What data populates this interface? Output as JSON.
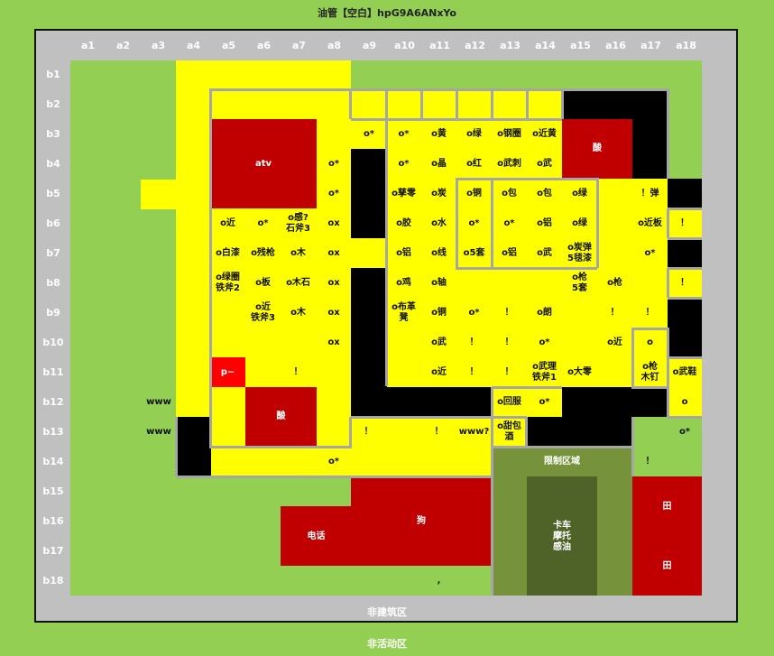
{
  "title": "油管【空白】hpG9A6ANxYo",
  "columns": [
    "a1",
    "a2",
    "a3",
    "a4",
    "a5",
    "a6",
    "a7",
    "a8",
    "a9",
    "a10",
    "a11",
    "a12",
    "a13",
    "a14",
    "a15",
    "a16",
    "a17",
    "a18"
  ],
  "rows": [
    "b1",
    "b2",
    "b3",
    "b4",
    "b5",
    "b6",
    "b7",
    "b8",
    "b9",
    "b10",
    "b11",
    "b12",
    "b13",
    "b14",
    "b15",
    "b16",
    "b17",
    "b18"
  ],
  "zones": {
    "atv": "atv",
    "acid_top": "酸",
    "acid_left": "酸",
    "restricted": "限制区域",
    "vehicles": "卡车\n摩托\n感油",
    "field_top": "田",
    "field_bottom": "田",
    "dog": "狗",
    "phone": "电话"
  },
  "cells": [
    {
      "id": "c1",
      "text": "o*"
    },
    {
      "id": "c2",
      "text": "o*"
    },
    {
      "id": "c3",
      "text": "o黄"
    },
    {
      "id": "c4",
      "text": "o绿"
    },
    {
      "id": "c5",
      "text": "o钢圈"
    },
    {
      "id": "c6",
      "text": "o近黄"
    },
    {
      "id": "c7",
      "text": "o*"
    },
    {
      "id": "c8",
      "text": "o*"
    },
    {
      "id": "c9",
      "text": "o晶"
    },
    {
      "id": "c10",
      "text": "o红"
    },
    {
      "id": "c11",
      "text": "o武刺"
    },
    {
      "id": "c12",
      "text": "o武"
    },
    {
      "id": "c13",
      "text": "o*"
    },
    {
      "id": "c14",
      "text": "o孳零"
    },
    {
      "id": "c15",
      "text": "o炭"
    },
    {
      "id": "c16",
      "text": "o铜"
    },
    {
      "id": "c17",
      "text": "o包"
    },
    {
      "id": "c18",
      "text": "o包"
    },
    {
      "id": "c19",
      "text": "o绿"
    },
    {
      "id": "c20",
      "text": "！弹"
    },
    {
      "id": "c21",
      "text": "o近"
    },
    {
      "id": "c22",
      "text": "o*"
    },
    {
      "id": "c23",
      "text": "o感?\n石斧3"
    },
    {
      "id": "c24",
      "text": "ox"
    },
    {
      "id": "c25",
      "text": "o胶"
    },
    {
      "id": "c26",
      "text": "o水"
    },
    {
      "id": "c27",
      "text": "o*"
    },
    {
      "id": "c28",
      "text": "o*"
    },
    {
      "id": "c29",
      "text": "o铝"
    },
    {
      "id": "c30",
      "text": "o绿"
    },
    {
      "id": "c31",
      "text": "o近板"
    },
    {
      "id": "c32",
      "text": "！"
    },
    {
      "id": "c33",
      "text": "o白漆"
    },
    {
      "id": "c34",
      "text": "o残枪"
    },
    {
      "id": "c35",
      "text": "o木"
    },
    {
      "id": "c36",
      "text": "ox"
    },
    {
      "id": "c37",
      "text": "o铝"
    },
    {
      "id": "c38",
      "text": "o线"
    },
    {
      "id": "c39",
      "text": "o5套"
    },
    {
      "id": "c40",
      "text": "o铝"
    },
    {
      "id": "c41",
      "text": "o武"
    },
    {
      "id": "c42",
      "text": "o炭弹\n5毯漆"
    },
    {
      "id": "c43",
      "text": "o*"
    },
    {
      "id": "c44",
      "text": "o绿圈\n铁斧2"
    },
    {
      "id": "c45",
      "text": "o板"
    },
    {
      "id": "c46",
      "text": "o木石"
    },
    {
      "id": "c47",
      "text": "ox"
    },
    {
      "id": "c48",
      "text": "o鸡"
    },
    {
      "id": "c49",
      "text": "o轴"
    },
    {
      "id": "c50",
      "text": "o枪\n5套"
    },
    {
      "id": "c51",
      "text": "o枪"
    },
    {
      "id": "c52",
      "text": "！"
    },
    {
      "id": "c53",
      "text": "o近\n铁斧3"
    },
    {
      "id": "c54",
      "text": "o木"
    },
    {
      "id": "c55",
      "text": "ox"
    },
    {
      "id": "c56",
      "text": "o布革\n凳"
    },
    {
      "id": "c57",
      "text": "o铜"
    },
    {
      "id": "c58",
      "text": "o*"
    },
    {
      "id": "c59",
      "text": "！"
    },
    {
      "id": "c60",
      "text": "o朗"
    },
    {
      "id": "c61",
      "text": "！"
    },
    {
      "id": "c62",
      "text": "！"
    },
    {
      "id": "c63",
      "text": "ox"
    },
    {
      "id": "c64",
      "text": "o武"
    },
    {
      "id": "c65",
      "text": "！"
    },
    {
      "id": "c66",
      "text": "！"
    },
    {
      "id": "c67",
      "text": "o*"
    },
    {
      "id": "c68",
      "text": "o近"
    },
    {
      "id": "c69",
      "text": "o"
    },
    {
      "id": "c70",
      "text": "p~"
    },
    {
      "id": "c71",
      "text": "！"
    },
    {
      "id": "c72",
      "text": "o近"
    },
    {
      "id": "c73",
      "text": "！"
    },
    {
      "id": "c74",
      "text": "！"
    },
    {
      "id": "c75",
      "text": "o武理\n铁斧1"
    },
    {
      "id": "c76",
      "text": "o大零"
    },
    {
      "id": "c77",
      "text": "o枪\n木钉"
    },
    {
      "id": "c78",
      "text": "o武鞋"
    },
    {
      "id": "c79",
      "text": "www"
    },
    {
      "id": "c80",
      "text": "o回服"
    },
    {
      "id": "c81",
      "text": "o*"
    },
    {
      "id": "c82",
      "text": "o"
    },
    {
      "id": "c83",
      "text": "www"
    },
    {
      "id": "c84",
      "text": "！"
    },
    {
      "id": "c85",
      "text": "！"
    },
    {
      "id": "c86",
      "text": "www?"
    },
    {
      "id": "c87",
      "text": "o甜包\n酒"
    },
    {
      "id": "c88",
      "text": "o*"
    },
    {
      "id": "c89",
      "text": "o*"
    },
    {
      "id": "c90",
      "text": "！"
    },
    {
      "id": "c91",
      "text": ","
    }
  ],
  "footer_inner": "非建筑区",
  "footer_outer": "非活动区"
}
